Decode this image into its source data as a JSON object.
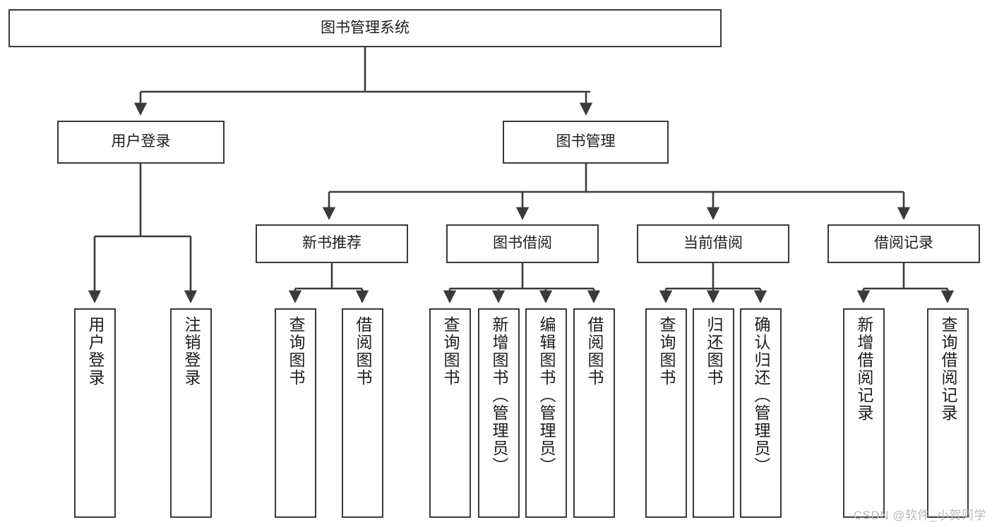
{
  "diagram": {
    "type": "tree-hierarchy-chart",
    "title": "图书管理系统",
    "line_color": "#3a3a3a",
    "box_fill": "#ffffff",
    "text_color": "#1d1d1d"
  },
  "nodes": {
    "root": {
      "label": "图书管理系统"
    },
    "tier2": [
      {
        "label": "用户登录"
      },
      {
        "label": "图书管理"
      }
    ],
    "tier3": [
      {
        "label": "新书推荐"
      },
      {
        "label": "图书借阅"
      },
      {
        "label": "当前借阅"
      },
      {
        "label": "借阅记录"
      }
    ],
    "leaves": {
      "user_login": [
        {
          "label": "用户登录"
        },
        {
          "label": "注销登录"
        }
      ],
      "new_book_recommend": [
        {
          "label": "查询图书"
        },
        {
          "label": "借阅图书"
        }
      ],
      "book_borrow": [
        {
          "label": "查询图书"
        },
        {
          "label": "新增图书（管理员）"
        },
        {
          "label": "编辑图书（管理员）"
        },
        {
          "label": "借阅图书"
        }
      ],
      "current_borrow": [
        {
          "label": "查询图书"
        },
        {
          "label": "归还图书"
        },
        {
          "label": "确认归还（管理员）"
        }
      ],
      "borrow_records": [
        {
          "label": "新增借阅记录"
        },
        {
          "label": "查询借阅记录"
        }
      ]
    }
  },
  "watermark": {
    "text": "CSDN @软件_小贺同学"
  }
}
